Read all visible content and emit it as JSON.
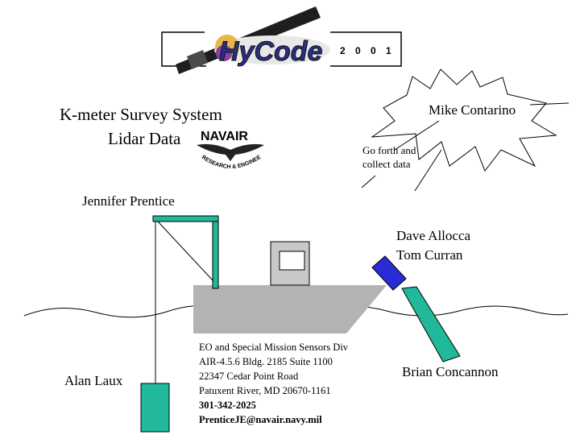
{
  "logo": {
    "name": "HyCode",
    "year_digits": [
      "2",
      "0",
      "0",
      "1"
    ]
  },
  "title": {
    "line1": "K-meter Survey System",
    "line2": "Lidar Data"
  },
  "navair": {
    "name": "NAVAIR",
    "tagline": "RESEARCH & ENGINEERING"
  },
  "callout": {
    "person": "Mike Contarino",
    "message_line1": "Go forth and",
    "message_line2": "collect data"
  },
  "people": {
    "crane": "Jennifer Prentice",
    "lidar_line1": "Dave Allocca",
    "lidar_line2": "Tom Curran",
    "underwater": "Alan Laux",
    "beam": "Brian Concannon"
  },
  "contact": {
    "line1": "EO and Special Mission Sensors Div",
    "line2": "AIR-4.5.6 Bldg. 2185 Suite 1100",
    "line3": "22347 Cedar Point Road",
    "line4": "Patuxent River, MD  20670-1161",
    "phone": "301-342-2025",
    "email": "PrenticeJE@navair.navy.mil"
  },
  "colors": {
    "green": "#22b89a",
    "boat": "#b3b3b3",
    "cabin": "#c8c8c8",
    "instrument": "#2b2bd6",
    "line": "#000000"
  }
}
